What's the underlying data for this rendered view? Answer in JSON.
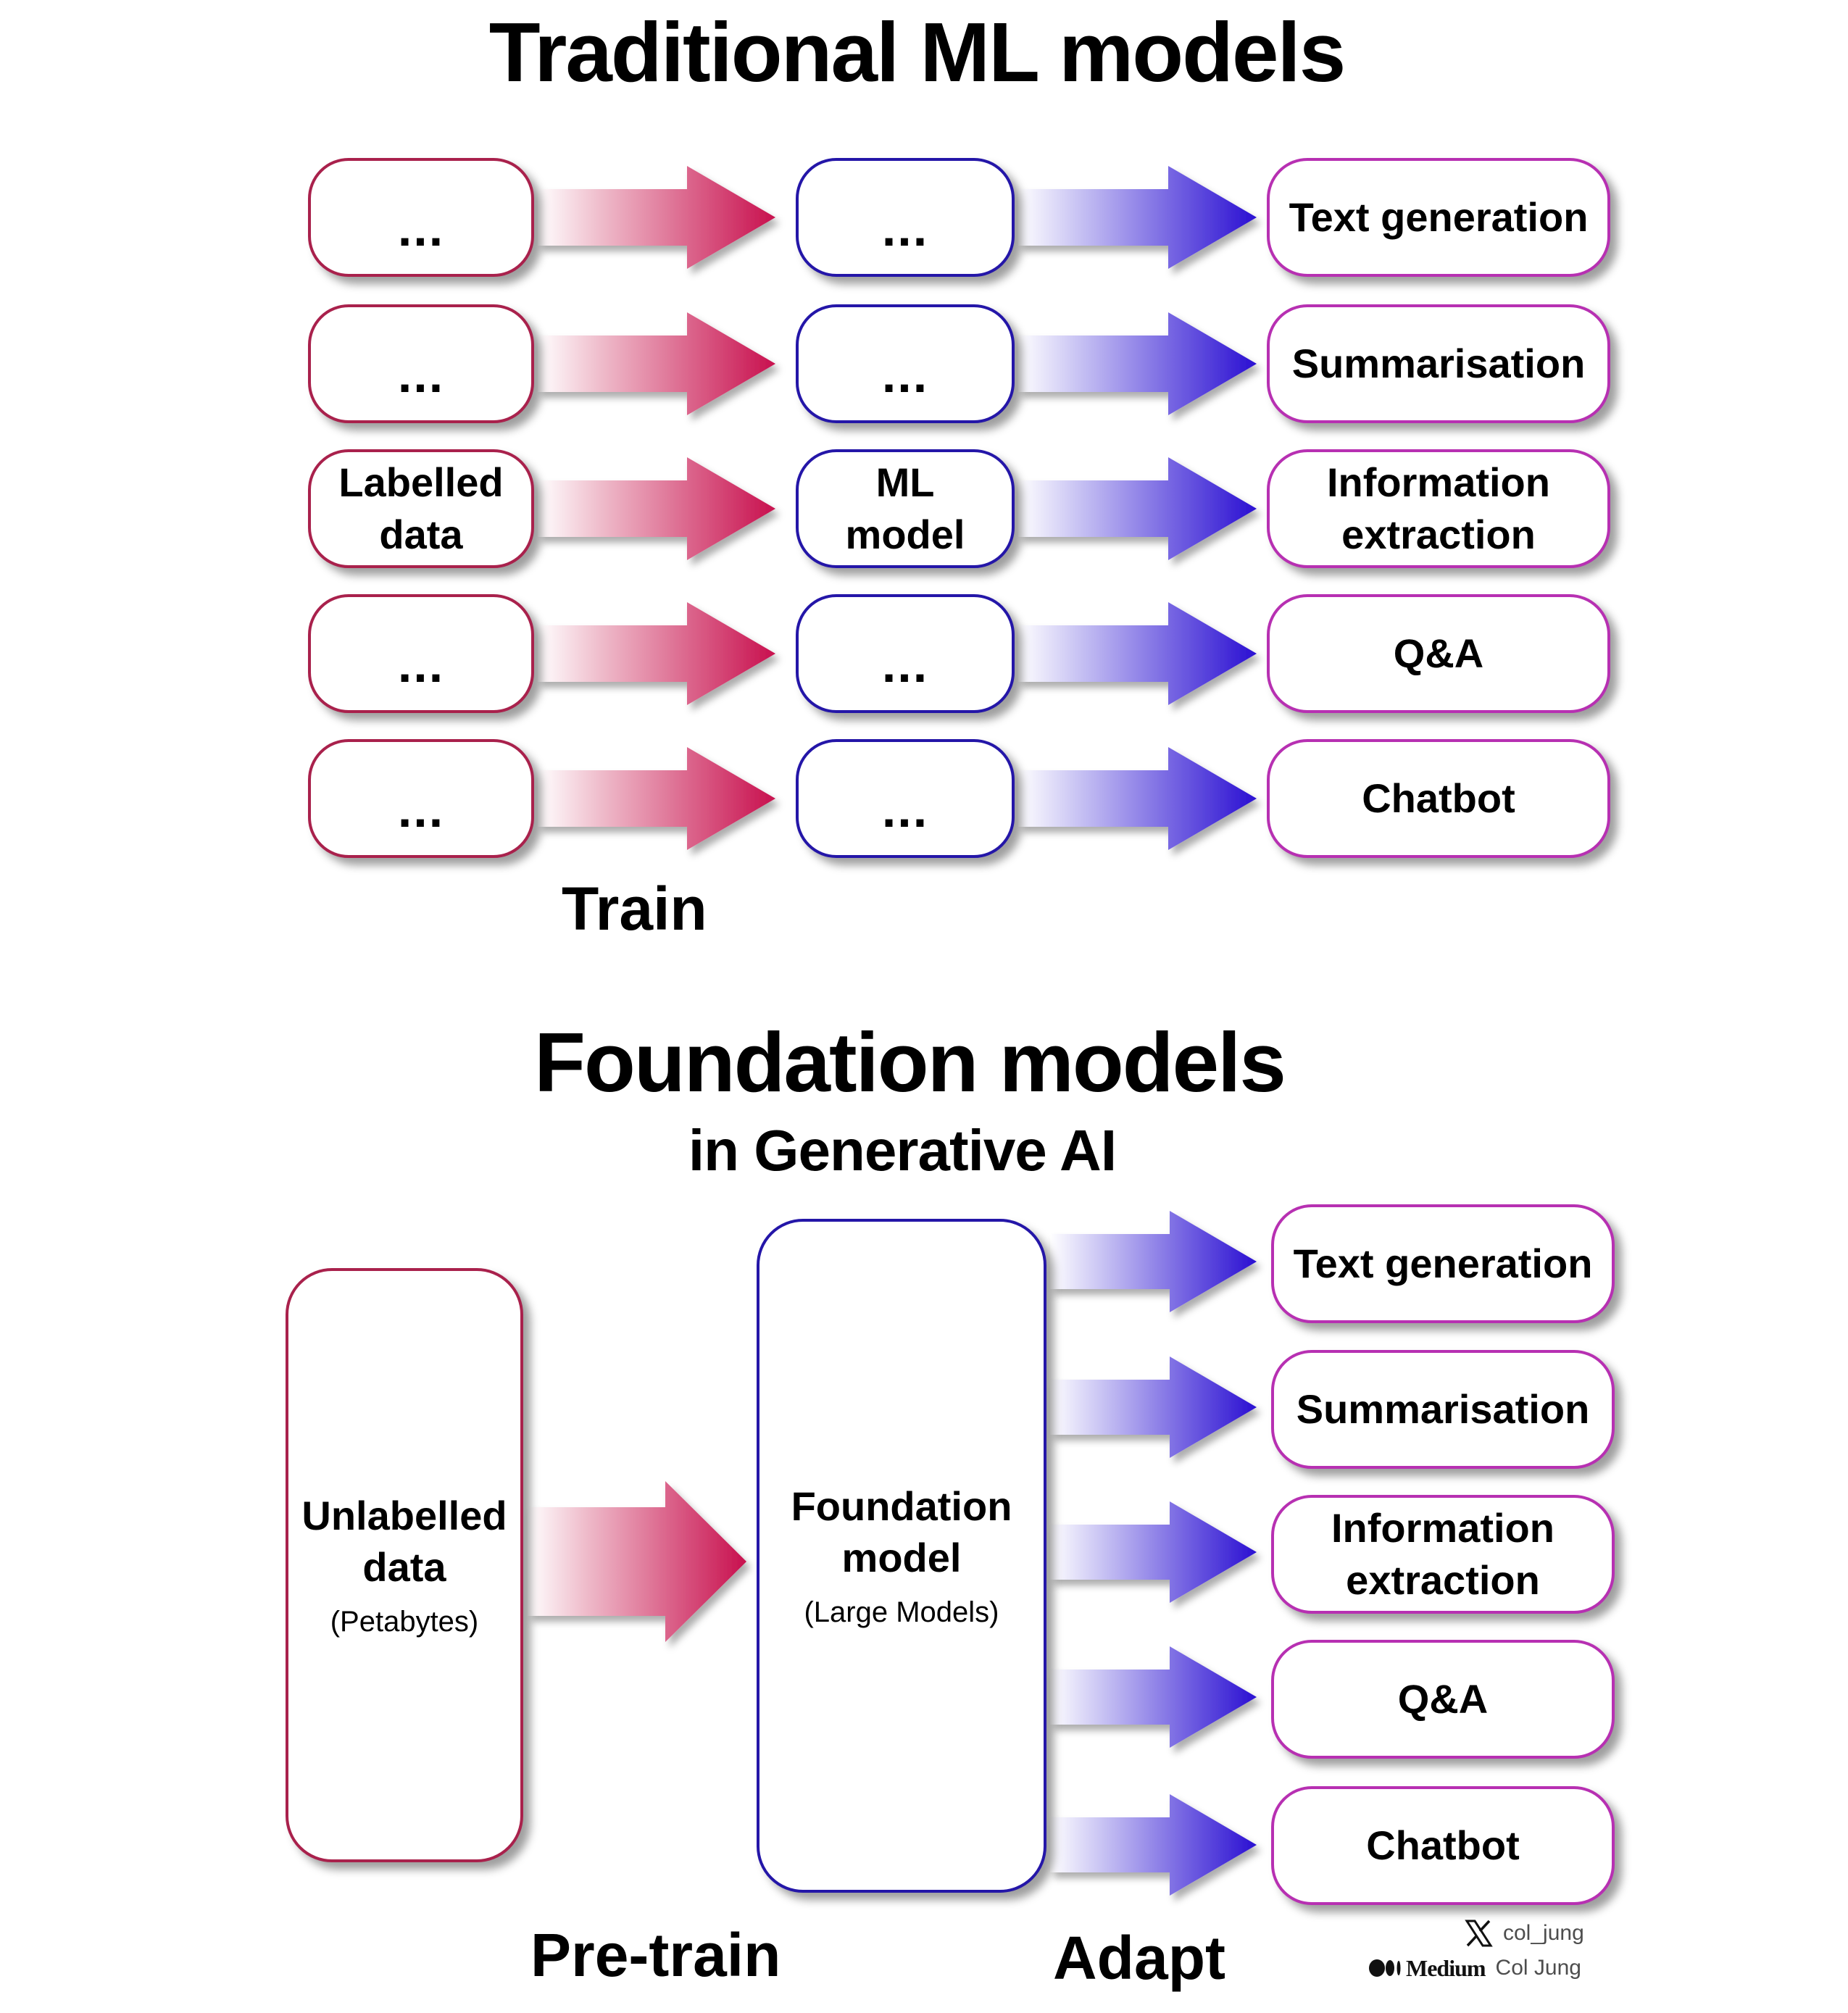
{
  "traditional": {
    "title": "Traditional ML models",
    "data_boxes": [
      "...",
      "...",
      "Labelled\ndata",
      "...",
      "..."
    ],
    "model_boxes": [
      "...",
      "...",
      "ML\nmodel",
      "...",
      "..."
    ],
    "tasks": [
      "Text generation",
      "Summarisation",
      "Information\nextraction",
      "Q&A",
      "Chatbot"
    ],
    "stage_label": "Train"
  },
  "foundation": {
    "title": "Foundation models",
    "subtitle": "in Generative AI",
    "data_box": {
      "label": "Unlabelled\ndata",
      "sub": "(Petabytes)"
    },
    "model_box": {
      "label": "Foundation\nmodel",
      "sub": "(Large Models)"
    },
    "tasks": [
      "Text generation",
      "Summarisation",
      "Information\nextraction",
      "Q&A",
      "Chatbot"
    ],
    "pretrain_label": "Pre-train",
    "adapt_label": "Adapt"
  },
  "credits": {
    "x_handle": "col_jung",
    "medium_brand": "Medium",
    "medium_name": "Col Jung",
    "x_icon": "x-logo-icon",
    "medium_icon": "medium-logo-icon"
  },
  "colors": {
    "data_border": "#a9214c",
    "model_border": "#2416a8",
    "task_border": "#b730b2",
    "train_arrow": "#c8104e",
    "adapt_arrow": "#2a0fd2"
  }
}
